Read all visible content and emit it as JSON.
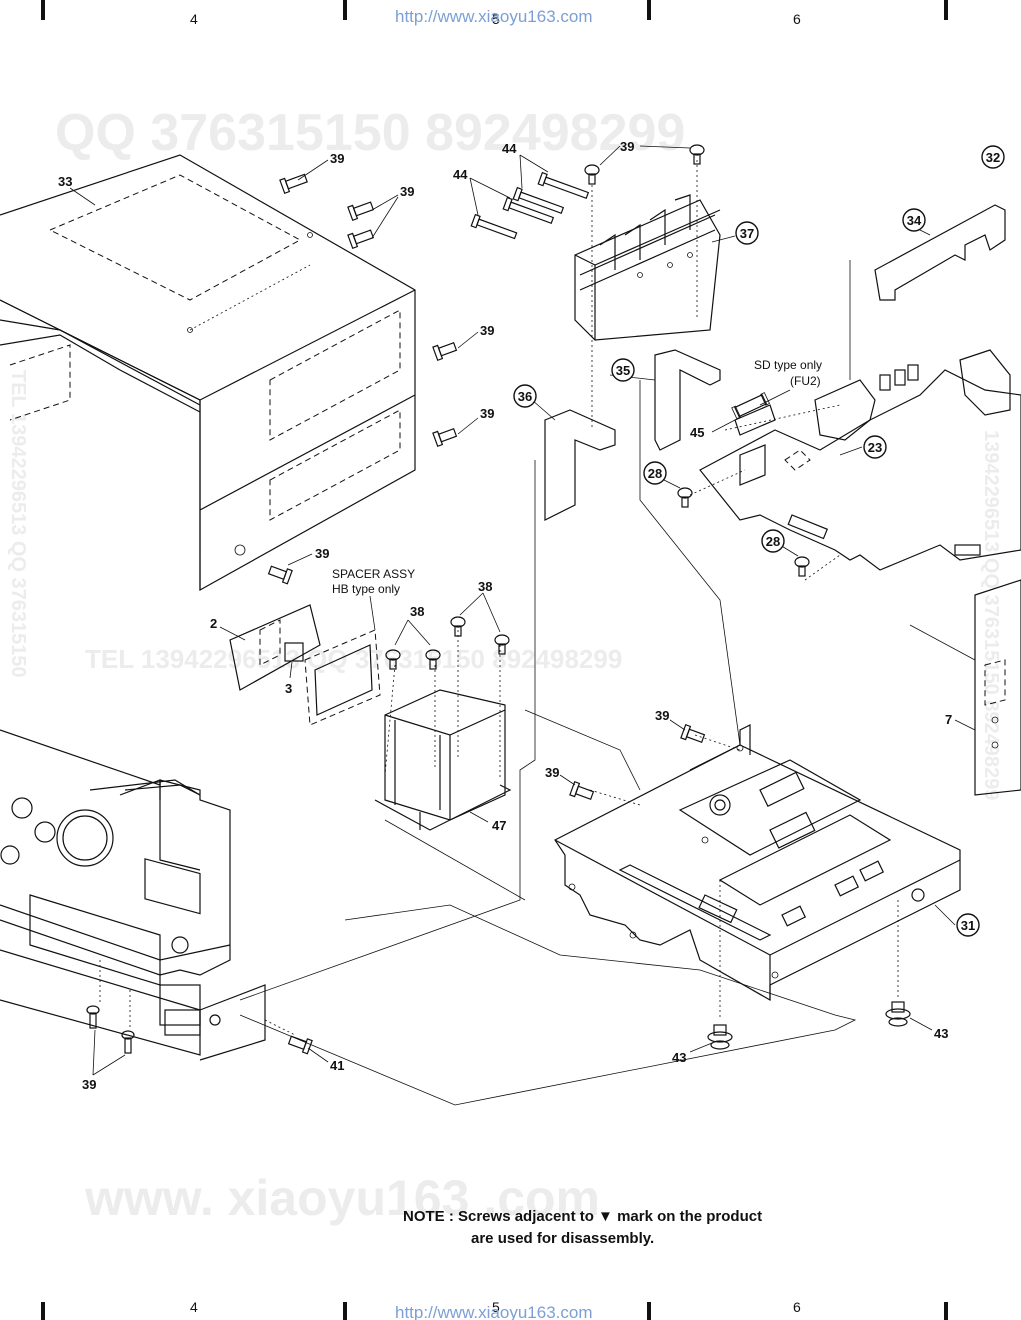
{
  "header": {
    "columns": [
      "4",
      "5",
      "6"
    ],
    "watermark_url": "http://www.xiaoyu163.com"
  },
  "footer": {
    "columns": [
      "4",
      "5",
      "6"
    ],
    "watermark_url": "http://www.xiaoyu163.com"
  },
  "watermarks": {
    "qq_line": "QQ 376315150   892498299",
    "tel_line": "TEL  13942296513   QQ  376315150  892498299",
    "vertical_left": "TEL 13942296513  QQ  376315150",
    "vertical_right": "13942296513  QQ 376315150  892498299",
    "bottom": "www. xiaoyu163 .com"
  },
  "labels": {
    "spacer_assy_1": "SPACER ASSY",
    "spacer_assy_2": "HB type only",
    "sd_type_1": "SD type only",
    "sd_type_2": "(FU2)"
  },
  "part_numbers": {
    "p2": "2",
    "p3": "3",
    "p7": "7",
    "p23": "23",
    "p28a": "28",
    "p28b": "28",
    "p31": "31",
    "p32": "32",
    "p33": "33",
    "p34": "34",
    "p35": "35",
    "p36": "36",
    "p37": "37",
    "p38a": "38",
    "p38b": "38",
    "p39a": "39",
    "p39b": "39",
    "p39c": "39",
    "p39d": "39",
    "p39e": "39",
    "p39f": "39",
    "p39g": "39",
    "p39h": "39",
    "p39i": "39",
    "p41": "41",
    "p43a": "43",
    "p43b": "43",
    "p44a": "44",
    "p44b": "44",
    "p45": "45",
    "p47": "47"
  },
  "note": {
    "line1": "NOTE : Screws adjacent to ▼ mark on the product",
    "line2": "are used for disassembly."
  }
}
